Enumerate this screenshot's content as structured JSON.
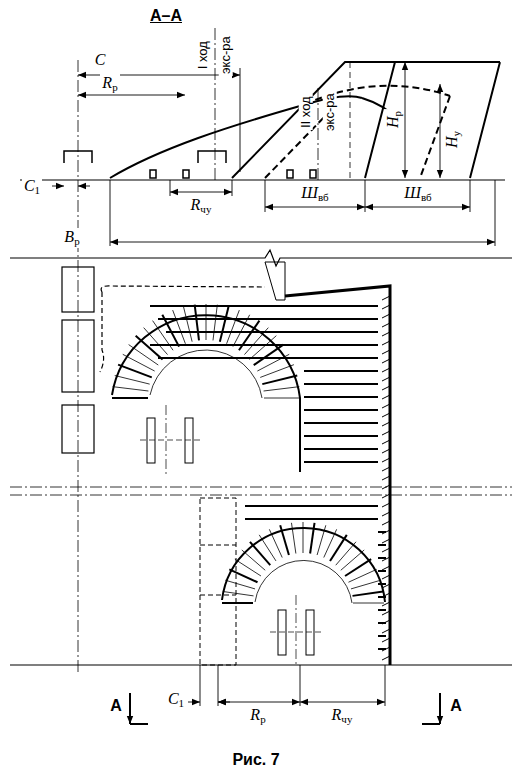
{
  "diagram": {
    "caption": "Рис. 7",
    "labels": [
      "А–А",
      "C",
      "I ход",
      "экс-ра",
      "Rр",
      "II ход",
      "экс-ра",
      "Hр",
      "Hу",
      "C1",
      "Rчу",
      "Швб",
      "Швб",
      "Bр",
      "А",
      "А",
      "C1",
      "Rр",
      "Rчу"
    ]
  }
}
